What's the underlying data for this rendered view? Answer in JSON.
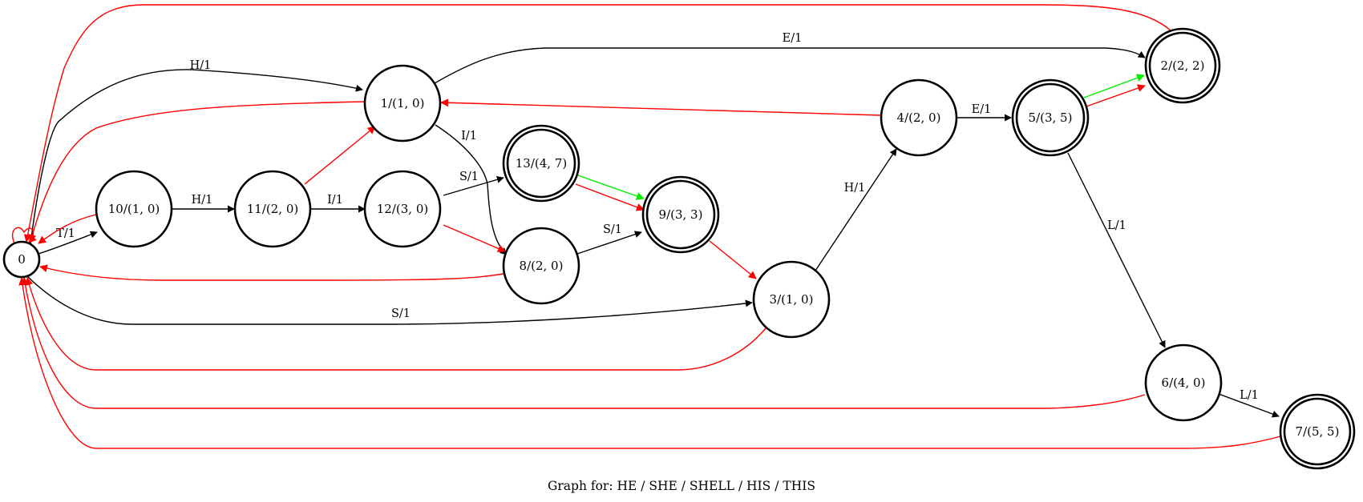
{
  "caption": "Graph for: HE / SHE / SHELL / HIS / THIS",
  "colors": {
    "goto": "#000000",
    "failure": "#ff0000",
    "output": "#00ee00"
  },
  "nodes": [
    {
      "id": "n0",
      "label": "0",
      "final": false
    },
    {
      "id": "n1",
      "label": "1/(1, 0)",
      "final": false
    },
    {
      "id": "n2",
      "label": "2/(2, 2)",
      "final": true
    },
    {
      "id": "n3",
      "label": "3/(1, 0)",
      "final": false
    },
    {
      "id": "n4",
      "label": "4/(2, 0)",
      "final": false
    },
    {
      "id": "n5",
      "label": "5/(3, 5)",
      "final": true
    },
    {
      "id": "n6",
      "label": "6/(4, 0)",
      "final": false
    },
    {
      "id": "n7",
      "label": "7/(5, 5)",
      "final": true
    },
    {
      "id": "n8",
      "label": "8/(2, 0)",
      "final": false
    },
    {
      "id": "n9",
      "label": "9/(3, 3)",
      "final": true
    },
    {
      "id": "n10",
      "label": "10/(1, 0)",
      "final": false
    },
    {
      "id": "n11",
      "label": "11/(2, 0)",
      "final": false
    },
    {
      "id": "n12",
      "label": "12/(3, 0)",
      "final": false
    },
    {
      "id": "n13",
      "label": "13/(4, 7)",
      "final": true
    }
  ],
  "edges": [
    {
      "id": "e-0-1",
      "from": "n0",
      "to": "n1",
      "type": "goto",
      "label": "H/1"
    },
    {
      "id": "e-1-2",
      "from": "n1",
      "to": "n2",
      "type": "goto",
      "label": "E/1"
    },
    {
      "id": "e-1-8",
      "from": "n1",
      "to": "n8",
      "type": "goto",
      "label": "I/1"
    },
    {
      "id": "e-0-10",
      "from": "n0",
      "to": "n10",
      "type": "goto",
      "label": "T/1"
    },
    {
      "id": "e-10-11",
      "from": "n10",
      "to": "n11",
      "type": "goto",
      "label": "H/1"
    },
    {
      "id": "e-11-12",
      "from": "n11",
      "to": "n12",
      "type": "goto",
      "label": "I/1"
    },
    {
      "id": "e-12-13",
      "from": "n12",
      "to": "n13",
      "type": "goto",
      "label": "S/1"
    },
    {
      "id": "e-8-9",
      "from": "n8",
      "to": "n9",
      "type": "goto",
      "label": "S/1"
    },
    {
      "id": "e-0-3",
      "from": "n0",
      "to": "n3",
      "type": "goto",
      "label": "S/1"
    },
    {
      "id": "e-3-4",
      "from": "n3",
      "to": "n4",
      "type": "goto",
      "label": "H/1"
    },
    {
      "id": "e-4-5",
      "from": "n4",
      "to": "n5",
      "type": "goto",
      "label": "E/1"
    },
    {
      "id": "e-5-6",
      "from": "n5",
      "to": "n6",
      "type": "goto",
      "label": "L/1"
    },
    {
      "id": "e-6-7",
      "from": "n6",
      "to": "n7",
      "type": "goto",
      "label": "L/1"
    },
    {
      "id": "e-13-9o",
      "from": "n13",
      "to": "n9",
      "type": "output",
      "label": ""
    },
    {
      "id": "e-5-2o",
      "from": "n5",
      "to": "n2",
      "type": "output",
      "label": ""
    },
    {
      "id": "f-0-0",
      "from": "n0",
      "to": "n0",
      "type": "failure",
      "label": ""
    },
    {
      "id": "f-1-0",
      "from": "n1",
      "to": "n0",
      "type": "failure",
      "label": ""
    },
    {
      "id": "f-2-0",
      "from": "n2",
      "to": "n0",
      "type": "failure",
      "label": ""
    },
    {
      "id": "f-10-0",
      "from": "n10",
      "to": "n0",
      "type": "failure",
      "label": ""
    },
    {
      "id": "f-11-1",
      "from": "n11",
      "to": "n1",
      "type": "failure",
      "label": ""
    },
    {
      "id": "f-12-8",
      "from": "n12",
      "to": "n8",
      "type": "failure",
      "label": ""
    },
    {
      "id": "f-13-9",
      "from": "n13",
      "to": "n9",
      "type": "failure",
      "label": ""
    },
    {
      "id": "f-8-0",
      "from": "n8",
      "to": "n0",
      "type": "failure",
      "label": ""
    },
    {
      "id": "f-9-3",
      "from": "n9",
      "to": "n3",
      "type": "failure",
      "label": ""
    },
    {
      "id": "f-3-0",
      "from": "n3",
      "to": "n0",
      "type": "failure",
      "label": ""
    },
    {
      "id": "f-4-1",
      "from": "n4",
      "to": "n1",
      "type": "failure",
      "label": ""
    },
    {
      "id": "f-5-2",
      "from": "n5",
      "to": "n2",
      "type": "failure",
      "label": ""
    },
    {
      "id": "f-6-0",
      "from": "n6",
      "to": "n0",
      "type": "failure",
      "label": ""
    },
    {
      "id": "f-7-0",
      "from": "n7",
      "to": "n0",
      "type": "failure",
      "label": ""
    }
  ]
}
